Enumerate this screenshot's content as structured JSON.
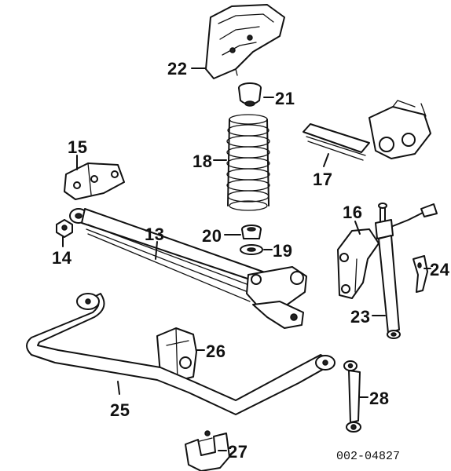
{
  "diagram": {
    "labels": {
      "p13": "13",
      "p14": "14",
      "p15": "15",
      "p16": "16",
      "p17": "17",
      "p18": "18",
      "p19": "19",
      "p20": "20",
      "p21": "21",
      "p22": "22",
      "p23": "23",
      "p24": "24",
      "p25": "25",
      "p26": "26",
      "p27": "27",
      "p28": "28"
    },
    "part_code": "002-04827"
  }
}
